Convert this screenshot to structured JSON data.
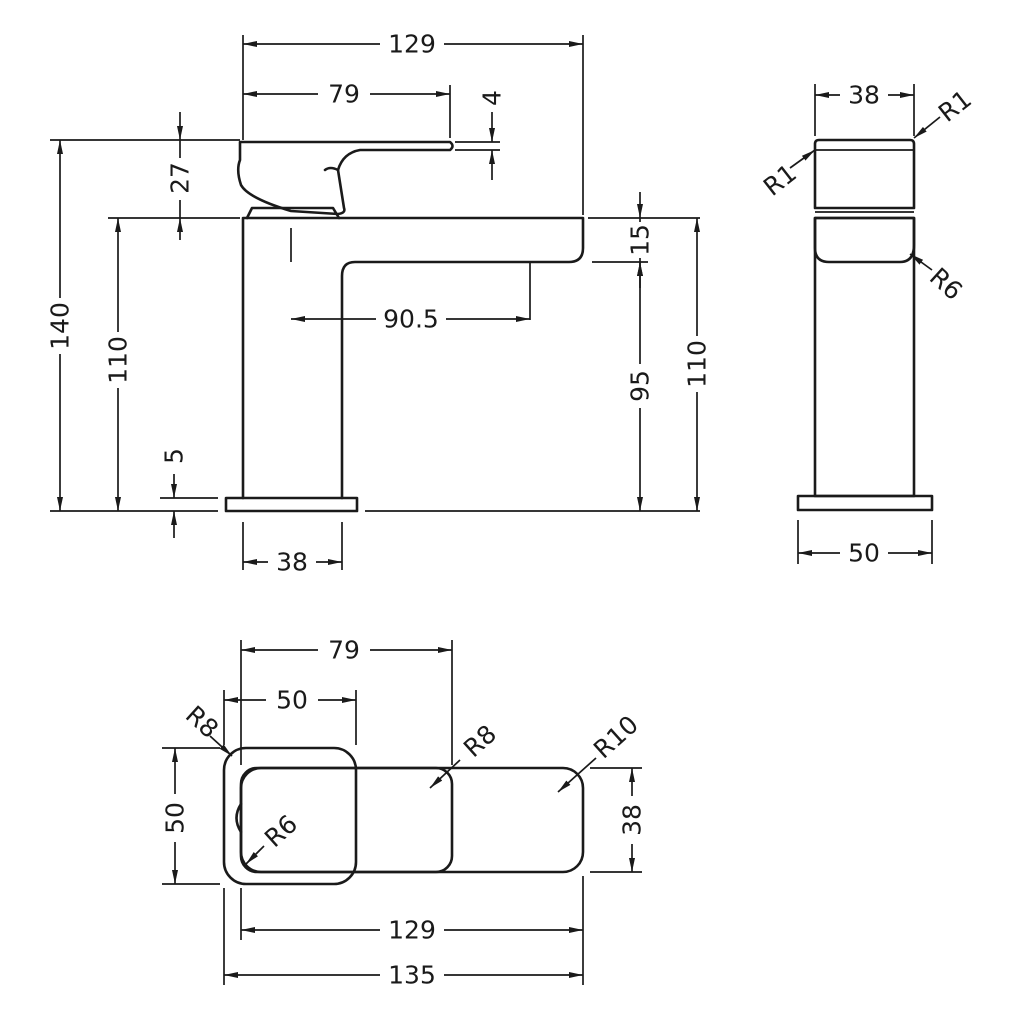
{
  "views": {
    "front": {
      "dims": {
        "overall_width": "129",
        "lever_length": "79",
        "lever_thickness": "4",
        "lever_height": "27",
        "overall_height": "140",
        "body_height_left": "110",
        "spout_thickness": "15",
        "spout_reach": "90.5",
        "spout_clearance": "95",
        "body_height_right": "110",
        "base_plate": "5",
        "body_width": "38"
      }
    },
    "side": {
      "dims": {
        "top_width": "38",
        "radius_top_right": "R1",
        "radius_top_left": "R1",
        "radius_lever_end": "R6",
        "base_width": "50"
      }
    },
    "plan": {
      "dims": {
        "handle_length": "79",
        "base_length": "50",
        "radius_base_corner": "R8",
        "radius_lever_corner": "R8",
        "radius_spout_corner": "R10",
        "base_depth": "50",
        "spout_width": "38",
        "radius_inner": "R6",
        "spout_length": "129",
        "overall_length": "135"
      }
    }
  }
}
